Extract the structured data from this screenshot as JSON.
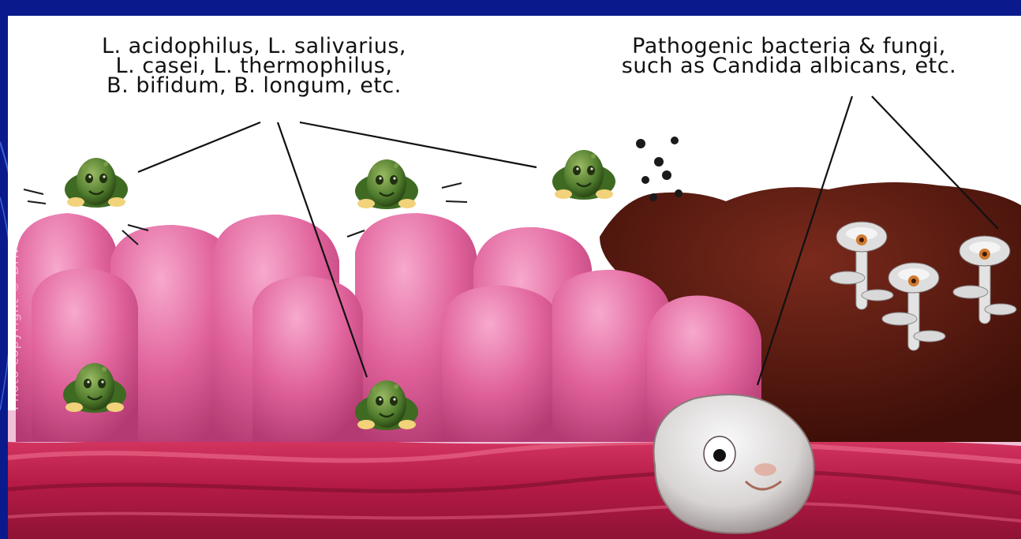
{
  "labels": {
    "probiotics": {
      "lines": [
        "L. acidophilus, L. salivarius,",
        "L. casei, L. thermophilus,",
        "B. bifidum, B. longum, etc."
      ]
    },
    "pathogens": {
      "lines": [
        "Pathogenic bacteria & fungi,",
        "such as Candida albicans, etc."
      ]
    }
  },
  "watermark": "Photo copyright © DrNatura.com",
  "colors": {
    "background": "#0a1a8c",
    "panel": "#ffffff",
    "villi": "#e0629b",
    "tissue": "#c21e4b",
    "biofilm": "#5c1a10",
    "probiotic": "#4f7a2c",
    "fungus": "#e6e6e6"
  },
  "icons": {
    "probiotic": "smiling-green-bacterium",
    "pathogen": "grey-fungus-spore",
    "toxin": "black-toxin-dots"
  }
}
